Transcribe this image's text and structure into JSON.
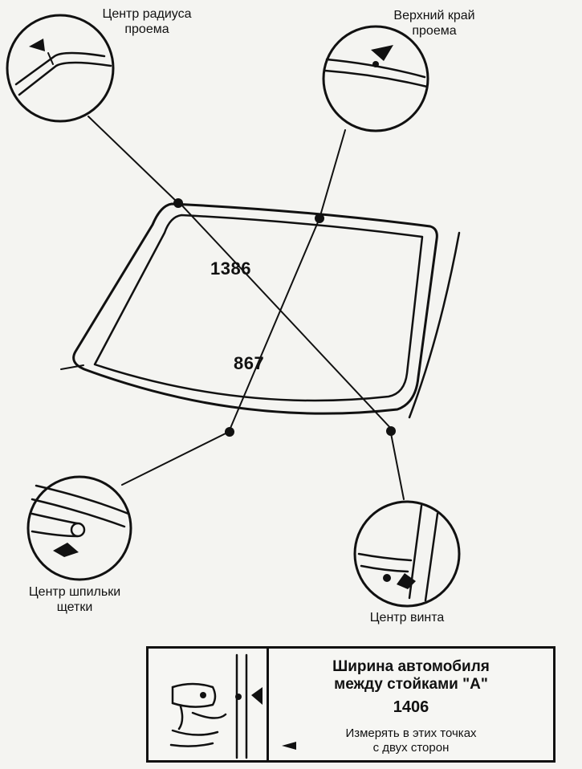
{
  "callouts": {
    "radius_center": "Центр радиуса\nпроема",
    "upper_edge": "Верхний край\nпроема",
    "wiper_stud_center": "Центр шпильки\nщетки",
    "screw_center": "Центр винта"
  },
  "dimensions": {
    "diagonal": "1386",
    "vertical": "867"
  },
  "legend": {
    "title": "Ширина автомобиля\nмежду стойками \"А\"",
    "value": "1406",
    "note": "Измерять в этих точках\nс двух сторон"
  },
  "colors": {
    "ink": "#111111",
    "paper": "#f4f4f1"
  }
}
